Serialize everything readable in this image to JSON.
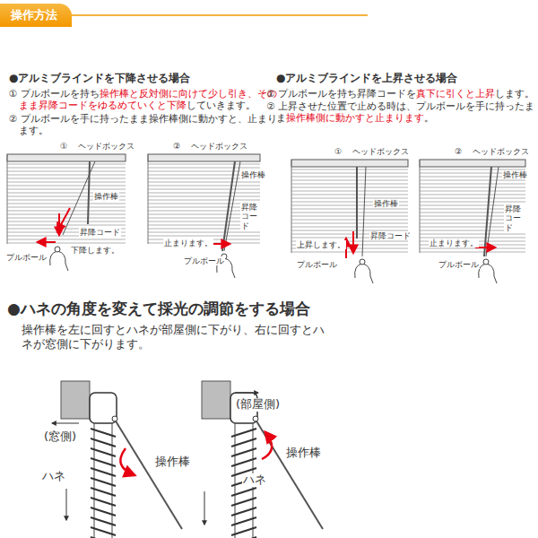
{
  "diagram": {
    "nodes": [
      {
        "text": [
          "操作方法"
        ]
      }
    ],
    "labels": [
      "●アルミブラインドを下降させる場合",
      "① プルボールを持ち",
      "操作棒と反対側に向けて少し引き、そのまま昇降コードをゆるめていくと下降",
      "していきます。",
      "② プルボールを手に持ったまま操作棒側に動かすと、止まります。",
      "①",
      "ヘッドボックス",
      "操作棒",
      "昇降コード",
      "下降します。",
      "プルボール",
      "②",
      "ヘッドボックス",
      "操作棒",
      "昇降 コード",
      "止まります。",
      "プルボール",
      "●アルミブラインドを上昇させる場合",
      "① プルボールを持ち昇降コードを",
      "真下に引くと上昇",
      "します。",
      "② 上昇させた位置で止める時は、プルボールを手に持ったまま",
      "操作棒側に動かすと止まります",
      "。",
      "①",
      "ヘッドボックス",
      "操作棒",
      "昇降コード",
      "上昇します。",
      "プルボール",
      "②",
      "ヘッドボックス",
      "操作棒",
      "昇降 コード",
      "止まります。",
      "プルボール",
      "●ハネの角度を変えて採光の調節をする場合",
      "操作棒を左に回すとハネが部屋側に下がり、右に回すとハネが窓側に下がります。",
      "(窓側)",
      "操作棒",
      "ハネ",
      "(部屋側)",
      "操作棒",
      "ハネ"
    ]
  }
}
